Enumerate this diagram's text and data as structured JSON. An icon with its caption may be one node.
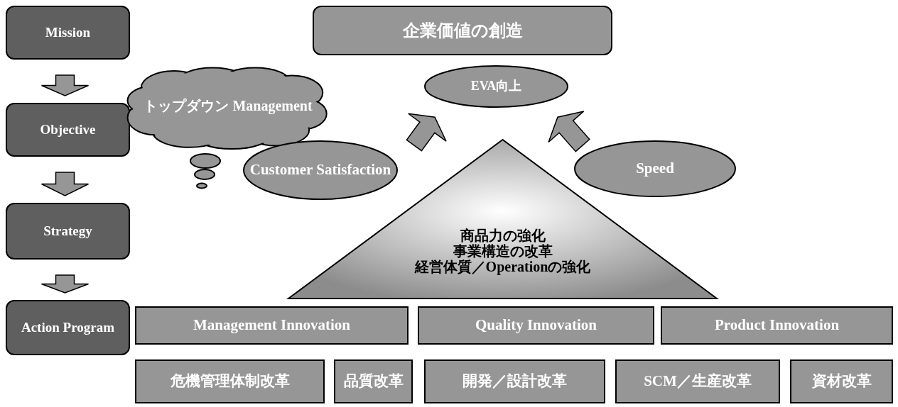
{
  "diagram": {
    "nodes": [
      {
        "text": [
          "Mission"
        ]
      },
      {
        "text": [
          "Objective"
        ]
      },
      {
        "text": [
          "Strategy"
        ]
      },
      {
        "text": [
          "Action Program"
        ]
      },
      {
        "text": [
          "企業価値の創造"
        ]
      },
      {
        "text": [
          "トップダウン Management"
        ]
      },
      {
        "text": [
          "EVA向上"
        ]
      },
      {
        "text": [
          "Customer Satisfaction"
        ]
      },
      {
        "text": [
          "Speed"
        ]
      },
      {
        "text": [
          "商品力の強化",
          "事業構造の改革",
          "経営体質／Operationの強化"
        ]
      },
      {
        "text": [
          "Management Innovation"
        ]
      },
      {
        "text": [
          "Quality Innovation"
        ]
      },
      {
        "text": [
          "Product Innovation"
        ]
      },
      {
        "text": [
          "危機管理体制改革"
        ]
      },
      {
        "text": [
          "品質改革"
        ]
      },
      {
        "text": [
          "開発／設計改革"
        ]
      },
      {
        "text": [
          "SCM／生産改革"
        ]
      },
      {
        "text": [
          "資材改革"
        ]
      }
    ],
    "edges": [
      {
        "from": 0,
        "to": 1,
        "arrow": "to"
      },
      {
        "from": 1,
        "to": 2,
        "arrow": "to"
      },
      {
        "from": 2,
        "to": 3,
        "arrow": "to"
      },
      {
        "from": 9,
        "to": 6,
        "arrow": "to"
      },
      {
        "from": 9,
        "to": 6,
        "arrow": "to"
      }
    ]
  }
}
